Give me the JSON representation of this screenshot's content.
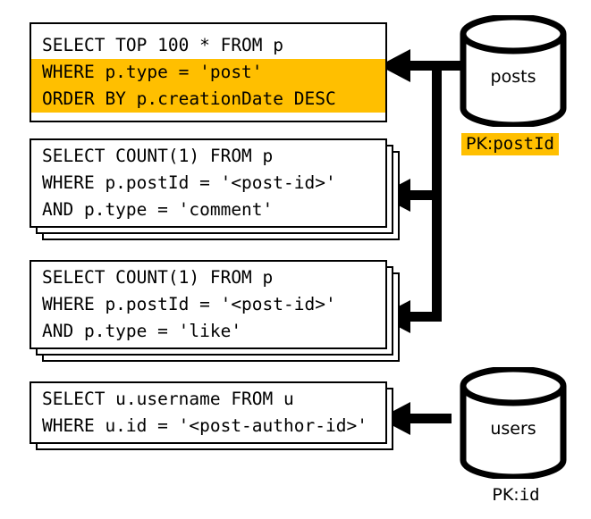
{
  "diagram": {
    "title": "post feed query fan-out diagram",
    "accent_color": "#ffbf00",
    "line_color": "#000000",
    "background": "#ffffff"
  },
  "queries": [
    {
      "id": "feed-query",
      "stack_count": 1,
      "lines": [
        {
          "text": "SELECT TOP 100 * FROM p",
          "highlighted": false
        },
        {
          "text": "WHERE p.type = 'post'",
          "highlighted": true
        },
        {
          "text": "ORDER BY p.creationDate DESC",
          "highlighted": true
        }
      ]
    },
    {
      "id": "comment-count-query",
      "stack_count": 3,
      "lines": [
        {
          "text": "SELECT COUNT(1) FROM p",
          "highlighted": false
        },
        {
          "text": "WHERE p.postId = '<post-id>'",
          "highlighted": false
        },
        {
          "text": "AND p.type = 'comment'",
          "highlighted": false
        }
      ]
    },
    {
      "id": "like-count-query",
      "stack_count": 3,
      "lines": [
        {
          "text": "SELECT COUNT(1) FROM p",
          "highlighted": false
        },
        {
          "text": "WHERE p.postId = '<post-id>'",
          "highlighted": false
        },
        {
          "text": "AND p.type = 'like'",
          "highlighted": false
        }
      ]
    },
    {
      "id": "author-name-query",
      "stack_count": 2,
      "lines": [
        {
          "text": "SELECT u.username FROM u",
          "highlighted": false
        },
        {
          "text": "WHERE u.id = '<post-author-id>'",
          "highlighted": false
        }
      ]
    }
  ],
  "datastores": [
    {
      "id": "posts-store",
      "label": "posts",
      "pk_key": "PK:",
      "pk_value": "postId",
      "pk_highlighted": true
    },
    {
      "id": "users-store",
      "label": "users",
      "pk_key": "PK:",
      "pk_value": "id",
      "pk_highlighted": false
    }
  ]
}
